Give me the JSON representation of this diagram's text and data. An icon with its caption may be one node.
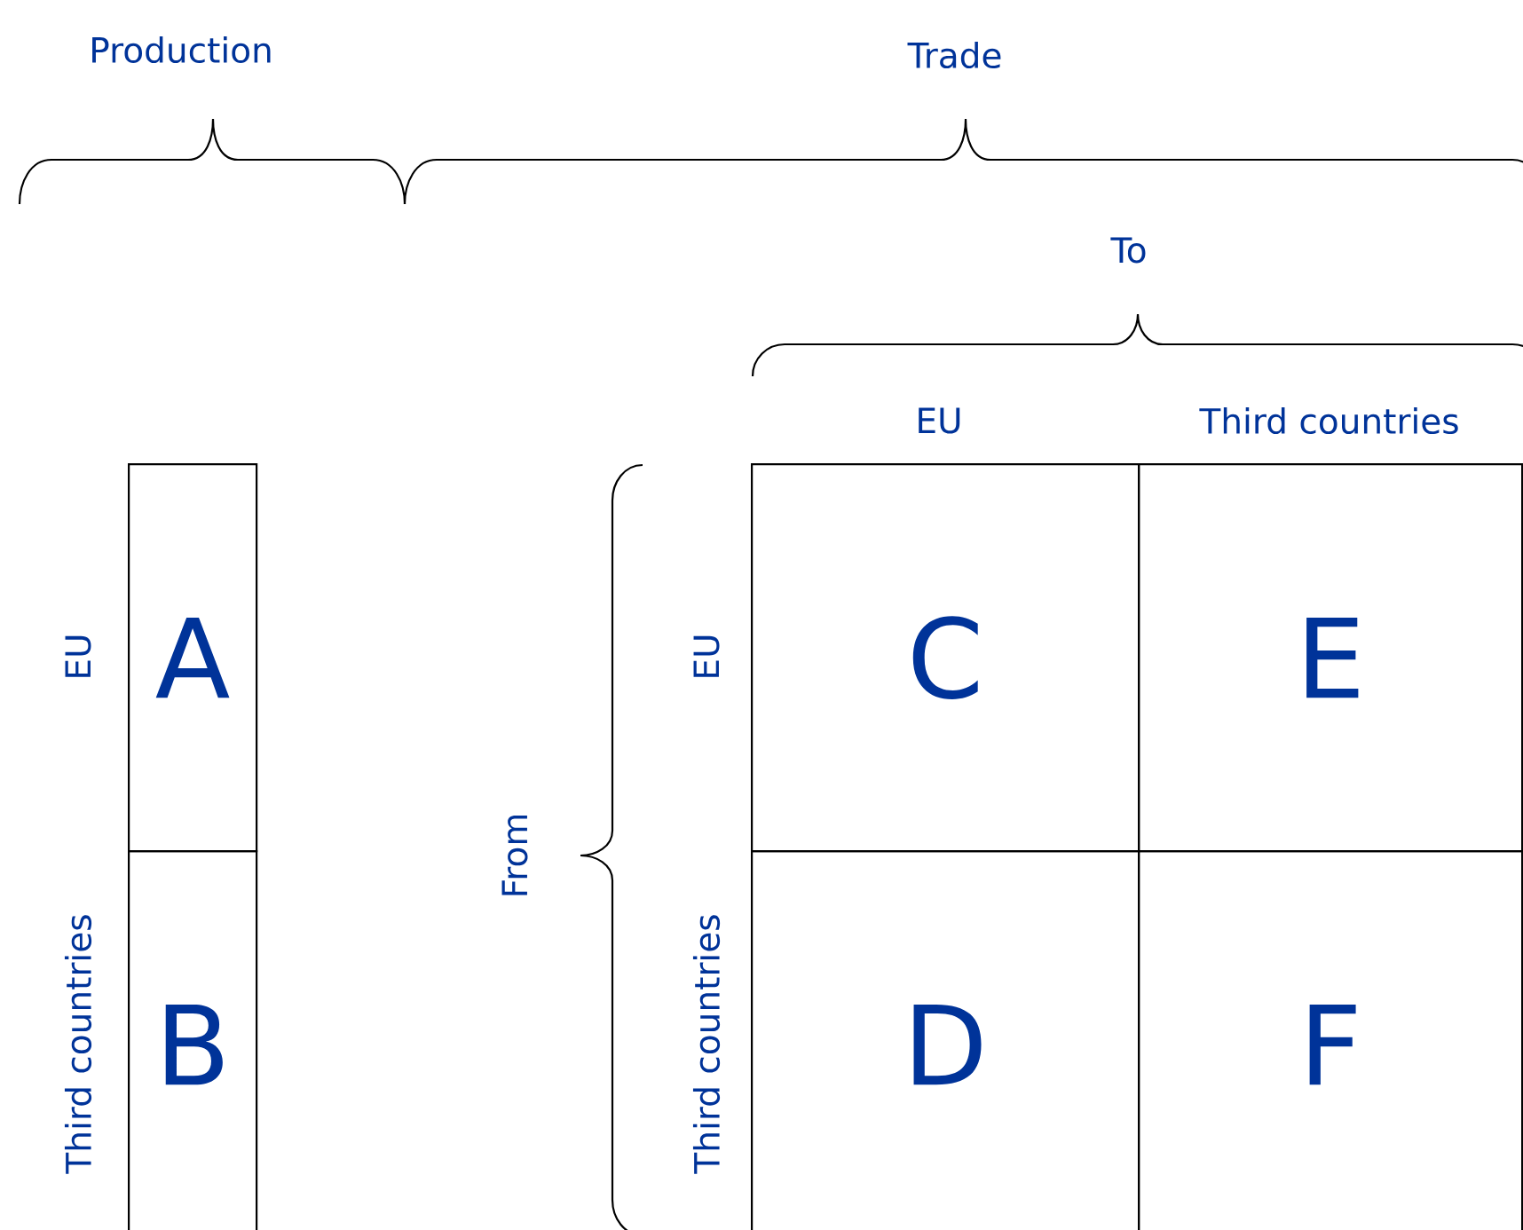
{
  "diagram": {
    "nodes": [
      {
        "text": [
          "A"
        ]
      },
      {
        "text": [
          "C"
        ]
      },
      {
        "text": [
          "E"
        ]
      },
      {
        "text": [
          "B"
        ]
      },
      {
        "text": [
          "D"
        ]
      },
      {
        "text": [
          "F"
        ]
      }
    ],
    "labels": [
      "Production",
      "Trade",
      "To",
      "EU",
      "Third countries",
      "EU",
      "EU",
      "From",
      "Third countries",
      "Third countries"
    ]
  }
}
